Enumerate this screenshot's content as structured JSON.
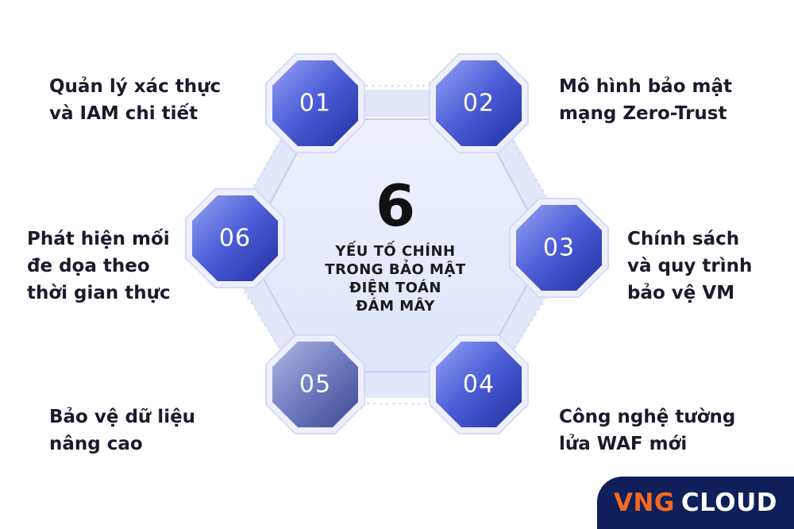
{
  "center": {
    "number": "6",
    "lines": [
      "YẾU TỐ CHÍNH",
      "TRONG BẢO MẬT",
      "ĐIỆN TOÁN",
      "ĐÁM MÂY"
    ]
  },
  "nodes": [
    {
      "number": "01",
      "lines": [
        "Quản lý xác thực",
        "và IAM chi tiết"
      ]
    },
    {
      "number": "02",
      "lines": [
        "Mô hình bảo mật",
        "mạng Zero-Trust"
      ]
    },
    {
      "number": "03",
      "lines": [
        "Chính sách",
        "và quy trình",
        "bảo vệ VM"
      ]
    },
    {
      "number": "04",
      "lines": [
        "Công nghệ tường",
        "lửa WAF mới"
      ]
    },
    {
      "number": "05",
      "lines": [
        "Bảo vệ dữ liệu",
        "nâng cao"
      ]
    },
    {
      "number": "06",
      "lines": [
        "Phát hiện mối",
        "đe dọa theo",
        "thời gian thực"
      ]
    }
  ],
  "logo": {
    "part1": "VNG",
    "part2": "CLOUD"
  },
  "colors": {
    "node_dark": "#2c3fb8",
    "node_light": "#7f8ff0",
    "node_grey": "#7a86c4",
    "connector": "#dfe4fb",
    "logo_bg": "#0f1f5a",
    "logo_accent": "#f26a21"
  }
}
